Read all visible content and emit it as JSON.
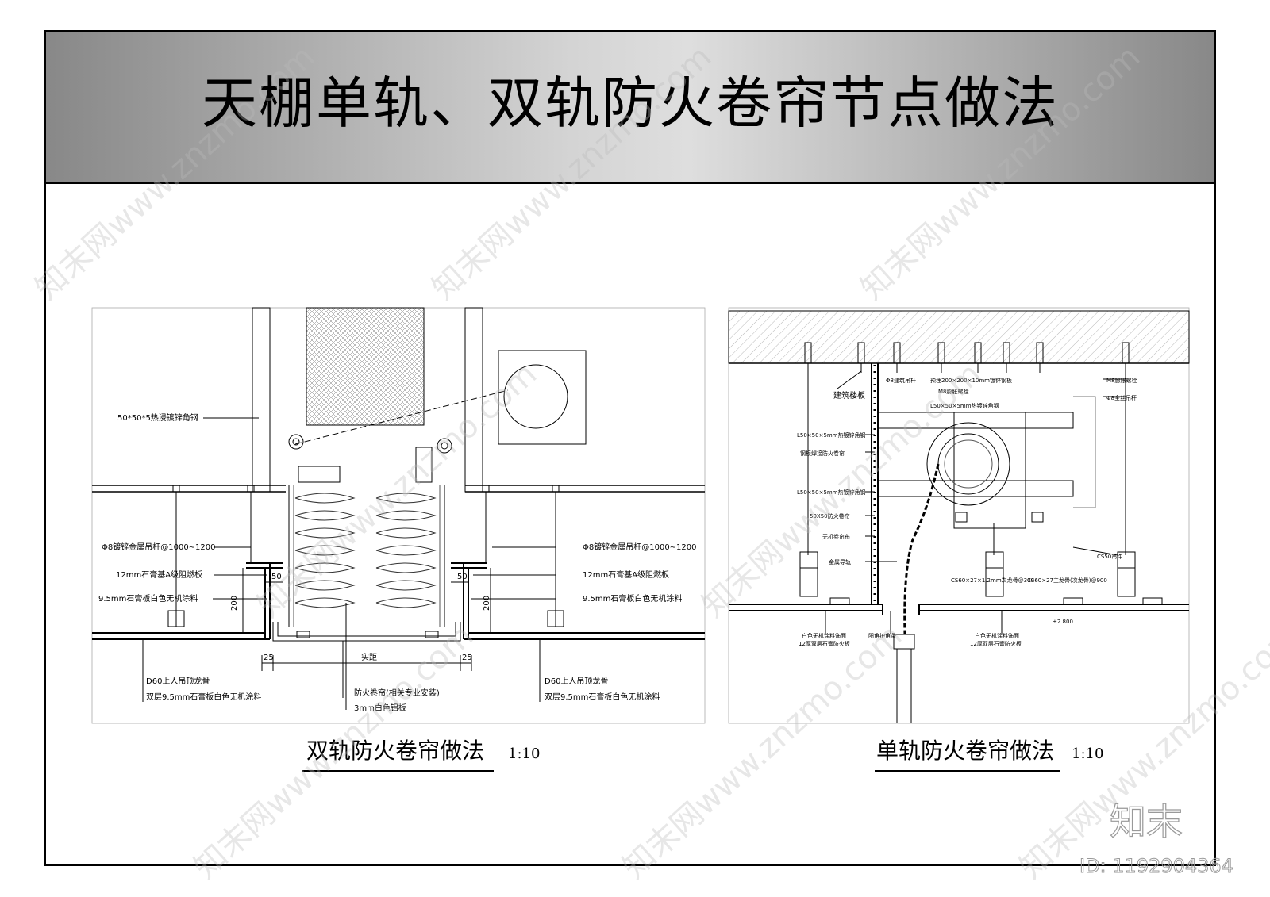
{
  "title": "天棚单轨、双轨防火卷帘节点做法",
  "left_detail": {
    "caption": "双轨防火卷帘做法",
    "scale": "1:10",
    "labels": {
      "angle_steel": "50*50*5热浸镀锌角钢",
      "hanger_left": "Φ8镀锌金属吊杆@1000~1200",
      "hanger_right": "Φ8镀锌金属吊杆@1000~1200",
      "gypsum_a_left": "12mm石膏基A级阻燃板",
      "gypsum_a_right": "12mm石膏基A级阻燃板",
      "gypsum_paint_left": "9.5mm石膏板白色无机涂料",
      "gypsum_paint_right": "9.5mm石膏板白色无机涂料",
      "keel_left": "D60上人吊顶龙骨",
      "keel_right": "D60上人吊顶龙骨",
      "double_left": "双层9.5mm石膏板白色无机涂料",
      "double_right": "双层9.5mm石膏板白色无机涂料",
      "curtain": "防火卷帘(相关专业安装)",
      "alu_plate": "3mm白色铝板",
      "dim_50_left": "50",
      "dim_50_right": "50",
      "dim_200_left": "200",
      "dim_200_right": "200",
      "dim_25_left": "25",
      "dim_25_right": "25",
      "dim_actual": "实距"
    }
  },
  "right_detail": {
    "caption": "单轨防火卷帘做法",
    "scale": "1:10",
    "labels": {
      "slab": "建筑楼板",
      "l1": "L50×50×5mm热镀锌角钢",
      "l2": "钢板焊接防火卷帘",
      "l3": "L50×50×5mm热镀锌角钢",
      "l4": "50X50防火卷帘",
      "l5": "无机卷帘布",
      "l6": "金属导轨",
      "t1": "Φ8建筑吊杆",
      "t2": "预埋200×200×10mm镀锌钢板",
      "t3": "M8膨胀螺栓",
      "t4": "L50×50×5mm热镀锌角钢",
      "r1": "M8膨胀螺栓",
      "r2": "Φ8全丝吊杆",
      "r3": "CS50吊件",
      "m1": "CS60×27×1.2mm次龙骨@300",
      "m2": "CS60×27主龙骨(次龙骨)@900",
      "b1": "白色无机涂料饰面",
      "b2": "12厚双层石膏防火板",
      "b3": "阳角护角条",
      "b4": "白色无机涂料饰面",
      "b5": "12厚双层石膏防火板",
      "elev": "±2.800"
    }
  },
  "watermark": {
    "text": "知末网www.znzmo.com",
    "brand": "知末",
    "image_id": "ID: 1192904364"
  }
}
